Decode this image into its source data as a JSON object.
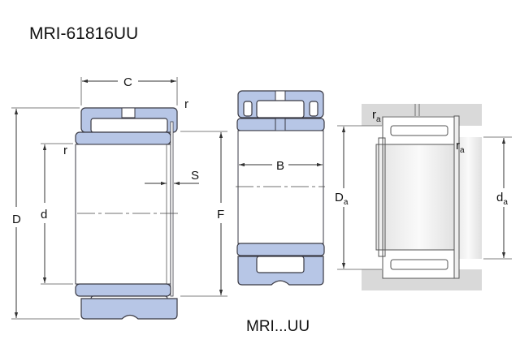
{
  "title": "MRI-61816UU",
  "caption": "MRI...UU",
  "labels": {
    "C": "C",
    "r": "r",
    "D": "D",
    "d": "d",
    "S": "S",
    "F": "F",
    "B": "B",
    "Da_main": "D",
    "Da_sub": "a",
    "da_main": "d",
    "da_sub": "a",
    "ra_main": "r",
    "ra_sub": "a"
  },
  "colors": {
    "ring": "#b7c6e6",
    "housing": "#d9d9d9"
  }
}
